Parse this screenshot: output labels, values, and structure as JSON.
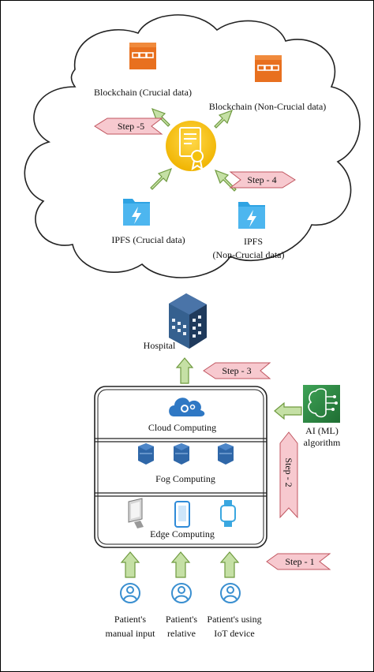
{
  "labels": {
    "blockchain_crucial": "Blockchain (Crucial data)",
    "blockchain_noncrucial": "Blockchain (Non-Crucial data)",
    "ipfs_crucial": "IPFS (Crucial data)",
    "ipfs_noncrucial_line1": "IPFS",
    "ipfs_noncrucial_line2": "(Non-Crucial data)",
    "hospital": "Hospital",
    "cloud_computing": "Cloud Computing",
    "fog_computing": "Fog Computing",
    "edge_computing": "Edge Computing",
    "ai_line1": "AI (ML)",
    "ai_line2": "algorithm",
    "patient_manual_1": "Patient's",
    "patient_manual_2": "manual input",
    "patient_relative_1": "Patient's",
    "patient_relative_2": "relative",
    "patient_iot_1": "Patient's using",
    "patient_iot_2": "IoT device"
  },
  "steps": {
    "step1": "Step - 1",
    "step2": "Step - 2",
    "step3": "Step - 3",
    "step4": "Step - 4",
    "step5": "Step -5"
  },
  "colors": {
    "arrow_green": "#c5e0a5",
    "arrow_green_stroke": "#6f9a3f",
    "step_pink": "#f7c9cf",
    "step_pink_stroke": "#c0555f",
    "blockchain_orange": "#e8701f",
    "ipfs_blue": "#2ea3e3",
    "certificate_gold": "#f4c20d",
    "ai_green": "#2f8d46",
    "server_blue": "#2f67a8",
    "hospital_navy": "#2d4f78",
    "person_blue": "#3a8fd0"
  },
  "icons": [
    "blockchain-crucial-icon",
    "blockchain-noncrucial-icon",
    "smart-contract-certificate-icon",
    "ipfs-crucial-icon",
    "ipfs-noncrucial-icon",
    "hospital-building-icon",
    "cloud-gear-icon",
    "fog-server-icon",
    "monitor-icon",
    "phone-icon",
    "smartwatch-icon",
    "ai-brain-icon",
    "person-icon"
  ]
}
